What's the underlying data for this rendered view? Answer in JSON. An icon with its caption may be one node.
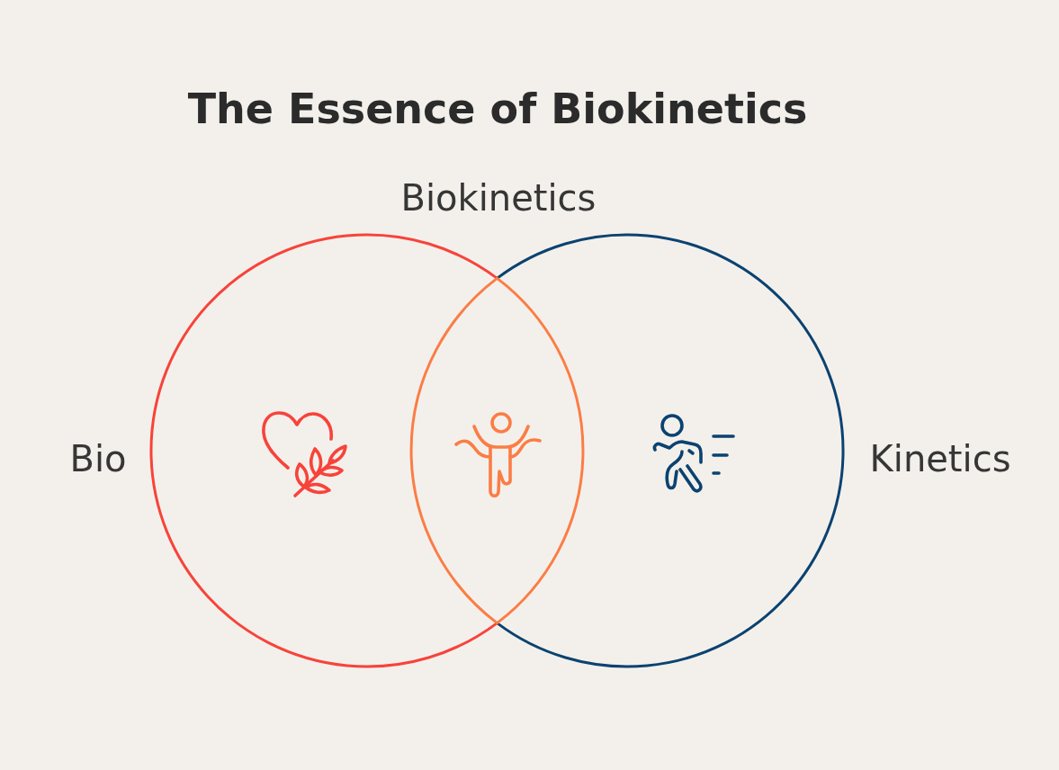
{
  "diagram": {
    "title": "The Essence of Biokinetics",
    "nodes": [
      {
        "text": [
          "Bio"
        ]
      },
      {
        "text": [
          "Biokinetics"
        ]
      },
      {
        "text": [
          "Kinetics"
        ]
      }
    ]
  }
}
